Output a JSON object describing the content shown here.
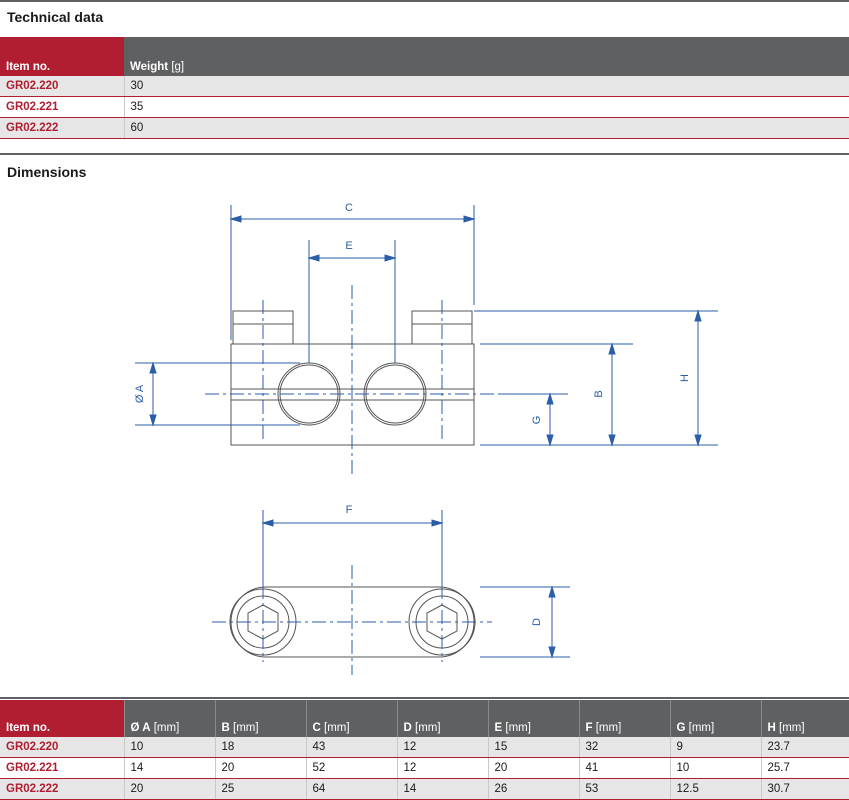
{
  "technical_data": {
    "title": "Technical data",
    "headers": {
      "item": "Item no.",
      "weight": "Weight",
      "weight_unit": "[g]"
    },
    "rows": [
      {
        "item": "GR02.220",
        "weight": "30"
      },
      {
        "item": "GR02.221",
        "weight": "35"
      },
      {
        "item": "GR02.222",
        "weight": "60"
      }
    ]
  },
  "dimensions": {
    "title": "Dimensions",
    "drawing_labels": {
      "A": "Ø A",
      "B": "B",
      "C": "C",
      "D": "D",
      "E": "E",
      "F": "F",
      "G": "G",
      "H": "H"
    },
    "headers": [
      {
        "name": "Item no.",
        "unit": ""
      },
      {
        "name": "Ø A",
        "unit": "[mm]"
      },
      {
        "name": "B",
        "unit": "[mm]"
      },
      {
        "name": "C",
        "unit": "[mm]"
      },
      {
        "name": "D",
        "unit": "[mm]"
      },
      {
        "name": "E",
        "unit": "[mm]"
      },
      {
        "name": "F",
        "unit": "[mm]"
      },
      {
        "name": "G",
        "unit": "[mm]"
      },
      {
        "name": "H",
        "unit": "[mm]"
      }
    ],
    "rows": [
      [
        "GR02.220",
        "10",
        "18",
        "43",
        "12",
        "15",
        "32",
        "9",
        "23.7"
      ],
      [
        "GR02.221",
        "14",
        "20",
        "52",
        "12",
        "20",
        "41",
        "10",
        "25.7"
      ],
      [
        "GR02.222",
        "20",
        "25",
        "64",
        "14",
        "26",
        "53",
        "12.5",
        "30.7"
      ]
    ]
  },
  "colors": {
    "accent": "#b11e32",
    "header_gray": "#5f6062",
    "dimension_blue": "#2a5ea8",
    "row_shade": "#e6e6e6"
  }
}
